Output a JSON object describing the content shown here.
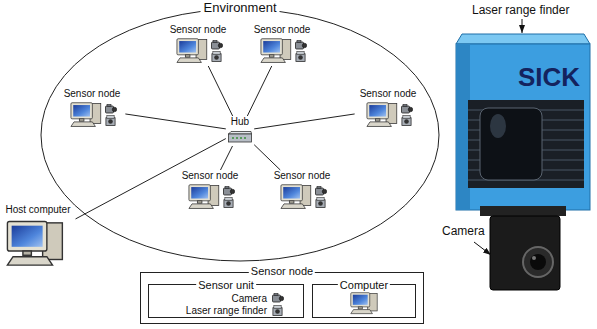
{
  "diagram": {
    "nodes": [
      {
        "text": [
          "Environment"
        ]
      },
      {
        "text": [
          "Sensor node"
        ],
        "in": 0
      },
      {
        "text": [
          "Sensor node"
        ],
        "in": 0
      },
      {
        "text": [
          "Sensor node"
        ],
        "in": 0
      },
      {
        "text": [
          "Sensor node"
        ],
        "in": 0
      },
      {
        "text": [
          "Hub"
        ],
        "in": 0
      },
      {
        "text": [
          "Sensor node"
        ],
        "in": 0
      },
      {
        "text": [
          "Sensor node"
        ],
        "in": 0
      },
      {
        "text": [
          "Host computer"
        ]
      },
      {
        "text": [
          "Sensor node"
        ]
      },
      {
        "text": [
          "Sensor unit",
          "Camera",
          "Laser range finder"
        ],
        "in": 9
      },
      {
        "text": [
          "Computer"
        ],
        "in": 9
      }
    ],
    "edges": [
      {
        "from": 5,
        "to": 1,
        "arrow": "none"
      },
      {
        "from": 5,
        "to": 2,
        "arrow": "none"
      },
      {
        "from": 5,
        "to": 3,
        "arrow": "none"
      },
      {
        "from": 5,
        "to": 4,
        "arrow": "none"
      },
      {
        "from": 5,
        "to": 6,
        "arrow": "none"
      },
      {
        "from": 5,
        "to": 7,
        "arrow": "none"
      },
      {
        "from": 5,
        "to": 8,
        "arrow": "none"
      }
    ],
    "labels": [
      "Laser range finder",
      "SICK",
      "Camera"
    ]
  }
}
